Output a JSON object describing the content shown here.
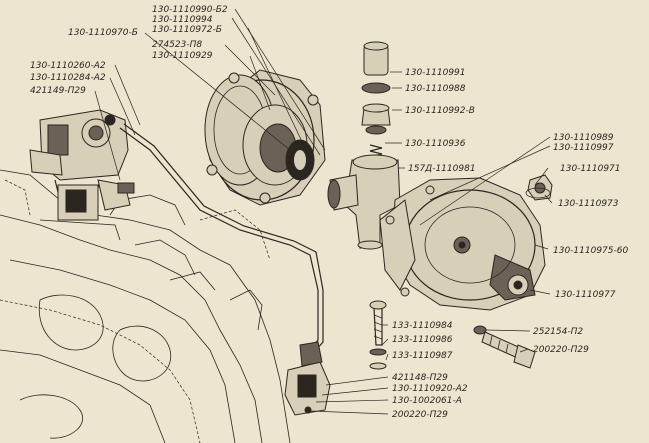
{
  "labels": {
    "l01": "130-1110990-Б2",
    "l02": "130-1110994",
    "l03": "130-1110972-Б",
    "l04": "274523-П8",
    "l05": "130-1110929",
    "l06": "130-1110970-Б",
    "l07": "130-1110260-А2",
    "l08": "130-1110284-А2",
    "l09": "421149-П29",
    "l10": "130-1110991",
    "l11": "130-1110988",
    "l12": "130-1110992-В",
    "l13": "130-1110936",
    "l14": "157Д-1110981",
    "l15": "130-1110989",
    "l16": "130-1110997",
    "l17": "130-1110971",
    "l18": "130-1110973",
    "l19": "130-1110975-60",
    "l20": "130-1110977",
    "l21": "252154-П2",
    "l22": "200220-П29",
    "l23": "133-1110984",
    "l24": "133-1110986",
    "l25": "133-1110987",
    "l26": "421148-П29",
    "l27": "130-1110920-А2",
    "l28": "130-1002061-А",
    "l29": "200220-П29"
  }
}
